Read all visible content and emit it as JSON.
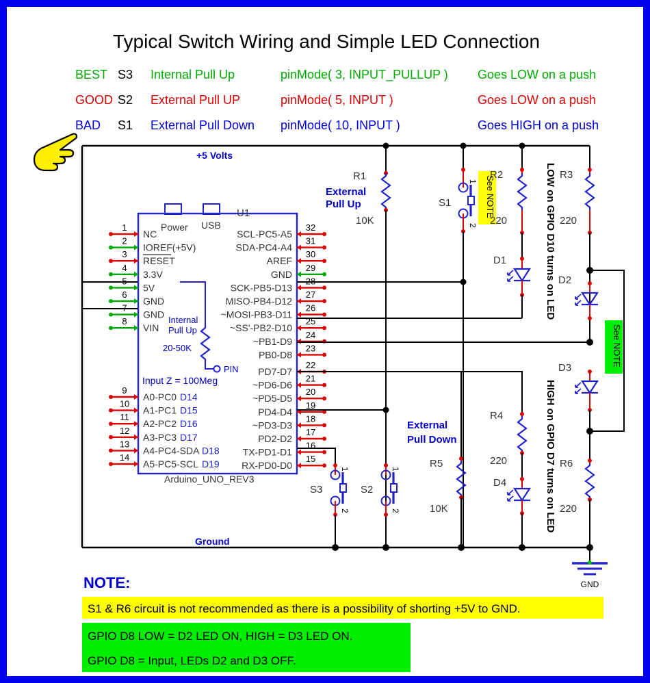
{
  "frame": {
    "border_color": "#0000ee",
    "background": "#ffffff"
  },
  "title": "Typical Switch Wiring and Simple LED Connection",
  "legend": [
    {
      "rating": "BEST",
      "switch": "S3",
      "method": "Internal Pull Up",
      "code": "pinMode( 3, INPUT_PULLUP )",
      "behavior": "Goes LOW on a push",
      "color": "#00aa00"
    },
    {
      "rating": "GOOD",
      "switch": "S2",
      "method": "External Pull UP",
      "code": "pinMode( 5, INPUT )",
      "behavior": "Goes LOW on a push",
      "color": "#dd0000"
    },
    {
      "rating": "BAD",
      "switch": "S1",
      "method": "External Pull Down",
      "code": "pinMode( 10, INPUT )",
      "behavior": "Goes HIGH on a push",
      "color": "#0000dd"
    }
  ],
  "rails": {
    "top": "+5 Volts",
    "bottom": "Ground",
    "ground_symbol_label": "GND"
  },
  "chip": {
    "designator": "U1",
    "part": "Arduino_UNO_REV3",
    "headers": [
      "Power",
      "USB"
    ],
    "internal_pullup_label": "Internal\nPull Up",
    "internal_pullup_line1": "Internal",
    "internal_pullup_line2": "Pull Up",
    "internal_pullup_value": "20-50K",
    "pin_node_label": "PIN",
    "input_z": "Input Z = 100Meg",
    "left_top_pins": [
      {
        "num": "1",
        "label": "NC",
        "color": "red"
      },
      {
        "num": "2",
        "label": "IOREF(+5V)",
        "color": "green"
      },
      {
        "num": "3",
        "label": "RESET",
        "color": "red",
        "overline": true
      },
      {
        "num": "4",
        "label": "3.3V",
        "color": "green"
      },
      {
        "num": "5",
        "label": "5V",
        "color": "green"
      },
      {
        "num": "6",
        "label": "GND",
        "color": "green"
      },
      {
        "num": "7",
        "label": "GND",
        "color": "green"
      },
      {
        "num": "8",
        "label": "VIN",
        "color": "green"
      }
    ],
    "left_bottom_pins": [
      {
        "num": "9",
        "label": "A0-PC0",
        "alt": "D14",
        "color": "red"
      },
      {
        "num": "10",
        "label": "A1-PC1",
        "alt": "D15",
        "color": "red"
      },
      {
        "num": "11",
        "label": "A2-PC2",
        "alt": "D16",
        "color": "red"
      },
      {
        "num": "12",
        "label": "A3-PC3",
        "alt": "D17",
        "color": "red"
      },
      {
        "num": "13",
        "label": "A4-PC4-SDA",
        "alt": "D18",
        "color": "red"
      },
      {
        "num": "14",
        "label": "A5-PC5-SCL",
        "alt": "D19",
        "color": "red"
      }
    ],
    "right_top_pins": [
      {
        "num": "32",
        "label": "SCL-PC5-A5",
        "color": "red"
      },
      {
        "num": "31",
        "label": "SDA-PC4-A4",
        "color": "red"
      },
      {
        "num": "30",
        "label": "AREF",
        "color": "red"
      },
      {
        "num": "29",
        "label": "GND",
        "color": "green"
      },
      {
        "num": "28",
        "label": "SCK-PB5-D13",
        "color": "red"
      },
      {
        "num": "27",
        "label": "MISO-PB4-D12",
        "color": "red"
      },
      {
        "num": "26",
        "label": "~MOSI-PB3-D11",
        "color": "red"
      },
      {
        "num": "25",
        "label": "~SS'-PB2-D10",
        "color": "red"
      },
      {
        "num": "24",
        "label": "~PB1-D9",
        "color": "red"
      },
      {
        "num": "23",
        "label": "PB0-D8",
        "color": "red"
      }
    ],
    "right_bottom_pins": [
      {
        "num": "22",
        "label": "PD7-D7",
        "color": "red"
      },
      {
        "num": "21",
        "label": "~PD6-D6",
        "color": "red"
      },
      {
        "num": "20",
        "label": "~PD5-D5",
        "color": "red"
      },
      {
        "num": "19",
        "label": "PD4-D4",
        "color": "red"
      },
      {
        "num": "18",
        "label": "~PD3-D3",
        "color": "red"
      },
      {
        "num": "17",
        "label": "PD2-D2",
        "color": "red"
      },
      {
        "num": "16",
        "label": "TX-PD1-D1",
        "color": "red"
      },
      {
        "num": "15",
        "label": "RX-PD0-D0",
        "color": "red"
      }
    ]
  },
  "components": {
    "r1": {
      "ref": "R1",
      "value": "10K"
    },
    "r2": {
      "ref": "R2",
      "value": "220"
    },
    "r3": {
      "ref": "R3",
      "value": "220"
    },
    "r4": {
      "ref": "R4",
      "value": "220"
    },
    "r5": {
      "ref": "R5",
      "value": "10K"
    },
    "r6": {
      "ref": "R6",
      "value": "220"
    },
    "d1": {
      "ref": "D1"
    },
    "d2": {
      "ref": "D2"
    },
    "d3": {
      "ref": "D3"
    },
    "d4": {
      "ref": "D4"
    },
    "s1": {
      "ref": "S1",
      "pin1": "1",
      "pin2": "2"
    },
    "s2": {
      "ref": "S2",
      "pin1": "1",
      "pin2": "2"
    },
    "s3": {
      "ref": "S3",
      "pin1": "1",
      "pin2": "2"
    }
  },
  "annotations": {
    "external_pull_up_l1": "External",
    "external_pull_up_l2": "Pull Up",
    "external_pull_down_l1": "External",
    "external_pull_down_l2": "Pull Down",
    "vertical_d10": "LOW on GPIO D10 turns on LED",
    "vertical_d7": "HIGH on GPIO D7 turns on LED",
    "see_note_yellow": "See NOTE",
    "see_note_green": "See NOTE"
  },
  "notes": {
    "heading": "NOTE:",
    "yellow": "S1 & R6 circuit is not recommended as there is a possibility of shorting +5V to GND.",
    "green1": "GPIO D8 LOW = D2 LED ON,  HIGH = D3 LED ON.",
    "green2": "GPIO D8 = Input, LEDs D2 and D3 OFF."
  },
  "cursor": {
    "type": "pointing-hand",
    "color": "#ffee00"
  },
  "colors": {
    "wire": "#000000",
    "pin_red": "#dd0000",
    "pin_green": "#00aa00",
    "component_blue": "#2222cc",
    "note_yellow": "#ffff00",
    "note_green": "#00ee00",
    "text_blue": "#0000cc"
  }
}
